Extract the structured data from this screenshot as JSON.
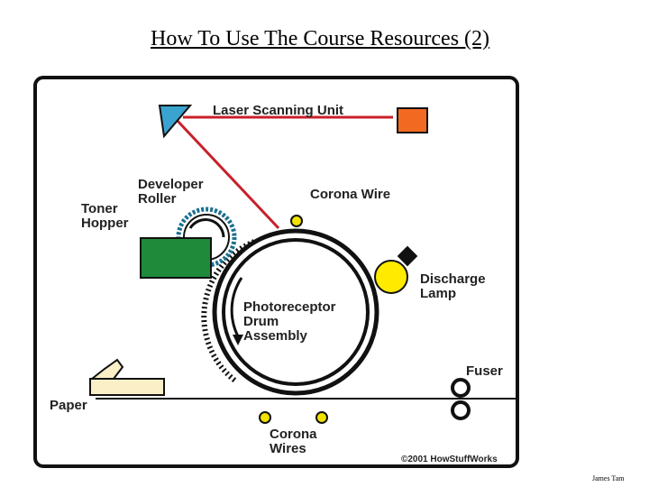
{
  "slide": {
    "title": "How To Use The Course Resources (2)"
  },
  "diagram": {
    "labels": {
      "laser_scanning_unit": "Laser Scanning Unit",
      "developer_roller_line1": "Developer",
      "developer_roller_line2": "Roller",
      "toner_hopper_line1": "Toner",
      "toner_hopper_line2": "Hopper",
      "corona_wire": "Corona Wire",
      "discharge_lamp_line1": "Discharge",
      "discharge_lamp_line2": "Lamp",
      "drum_line1": "Photoreceptor",
      "drum_line2": "Drum",
      "drum_line3": "Assembly",
      "fuser": "Fuser",
      "paper": "Paper",
      "corona_wires_line1": "Corona",
      "corona_wires_line2": "Wires",
      "copyright": "©2001 HowStuffWorks"
    },
    "colors": {
      "laser_beam": "#c8202a",
      "laser_unit": "#f26a21",
      "mirror": "#3ba3d0",
      "toner_hopper": "#1f8a3a",
      "discharge_lamp": "#ffea00",
      "corona_dots": "#f3e100",
      "paper": "#fbefc8"
    }
  },
  "footer": {
    "author": "James Tam"
  }
}
